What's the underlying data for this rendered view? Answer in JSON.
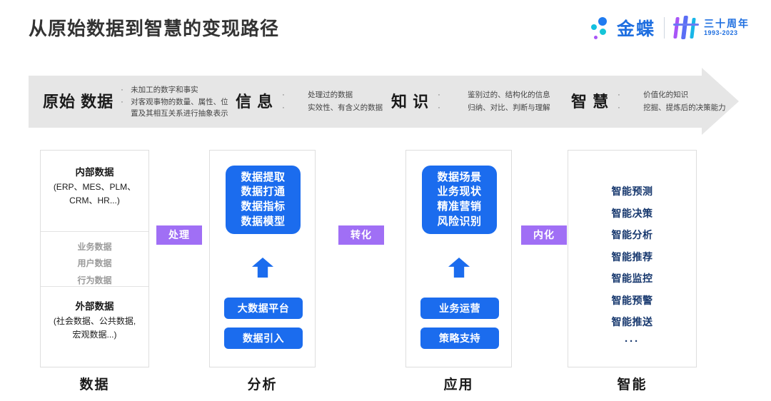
{
  "header": {
    "title": "从原始数据到智慧的变现路径",
    "logo": {
      "brand": "金蝶",
      "anniversary_cn": "三十周年",
      "anniversary_years": "1993-2023"
    }
  },
  "banner": {
    "stages": [
      {
        "name": "原始\n数据",
        "bullets": [
          "未加工的数字和事实",
          "对客观事物的数量、属性、位\n置及其相互关系进行抽象表示"
        ]
      },
      {
        "name": "信\n息",
        "bullets": [
          "处理过的数据",
          "实效性、有含义的数据"
        ]
      },
      {
        "name": "知\n识",
        "bullets": [
          "鉴别过的、结构化的信息",
          "归纳、对比、判断与理解"
        ]
      },
      {
        "name": "智\n慧",
        "bullets": [
          "价值化的知识",
          "挖掘、提炼后的决策能力"
        ]
      }
    ]
  },
  "columns": [
    {
      "footer": "数据",
      "top_title": "内部数据",
      "top_sub": "(ERP、MES、PLM、\nCRM、HR...)",
      "middle_items": [
        "业务数据",
        "用户数据",
        "行为数据"
      ],
      "bottom_title": "外部数据",
      "bottom_sub": "(社会数据、公共数据,\n宏观数据...)"
    },
    {
      "footer": "分析",
      "box_items": [
        "数据提取",
        "数据打通",
        "数据指标",
        "数据模型"
      ],
      "pills": [
        "大数据平台",
        "数据引入"
      ]
    },
    {
      "footer": "应用",
      "box_items": [
        "数据场景",
        "业务现状",
        "精准营销",
        "风险识别"
      ],
      "pills": [
        "业务运营",
        "策略支持"
      ]
    },
    {
      "footer": "智能",
      "smart_items": [
        "智能预测",
        "智能决策",
        "智能分析",
        "智能推荐",
        "智能监控",
        "智能预警",
        "智能推送"
      ],
      "ellipsis": "···"
    }
  ],
  "connectors": [
    {
      "label": "处理",
      "icon": "right-arrow-icon"
    },
    {
      "label": "转化",
      "icon": "right-arrow-icon"
    },
    {
      "label": "内化",
      "icon": "right-arrow-icon"
    }
  ],
  "colors": {
    "blue": "#1b6cee",
    "cyan_arrow": "#0fc3f0",
    "purple_badge": "#a06ff5",
    "navy_text": "#17386e",
    "banner_grey": "#e6e6e6"
  }
}
